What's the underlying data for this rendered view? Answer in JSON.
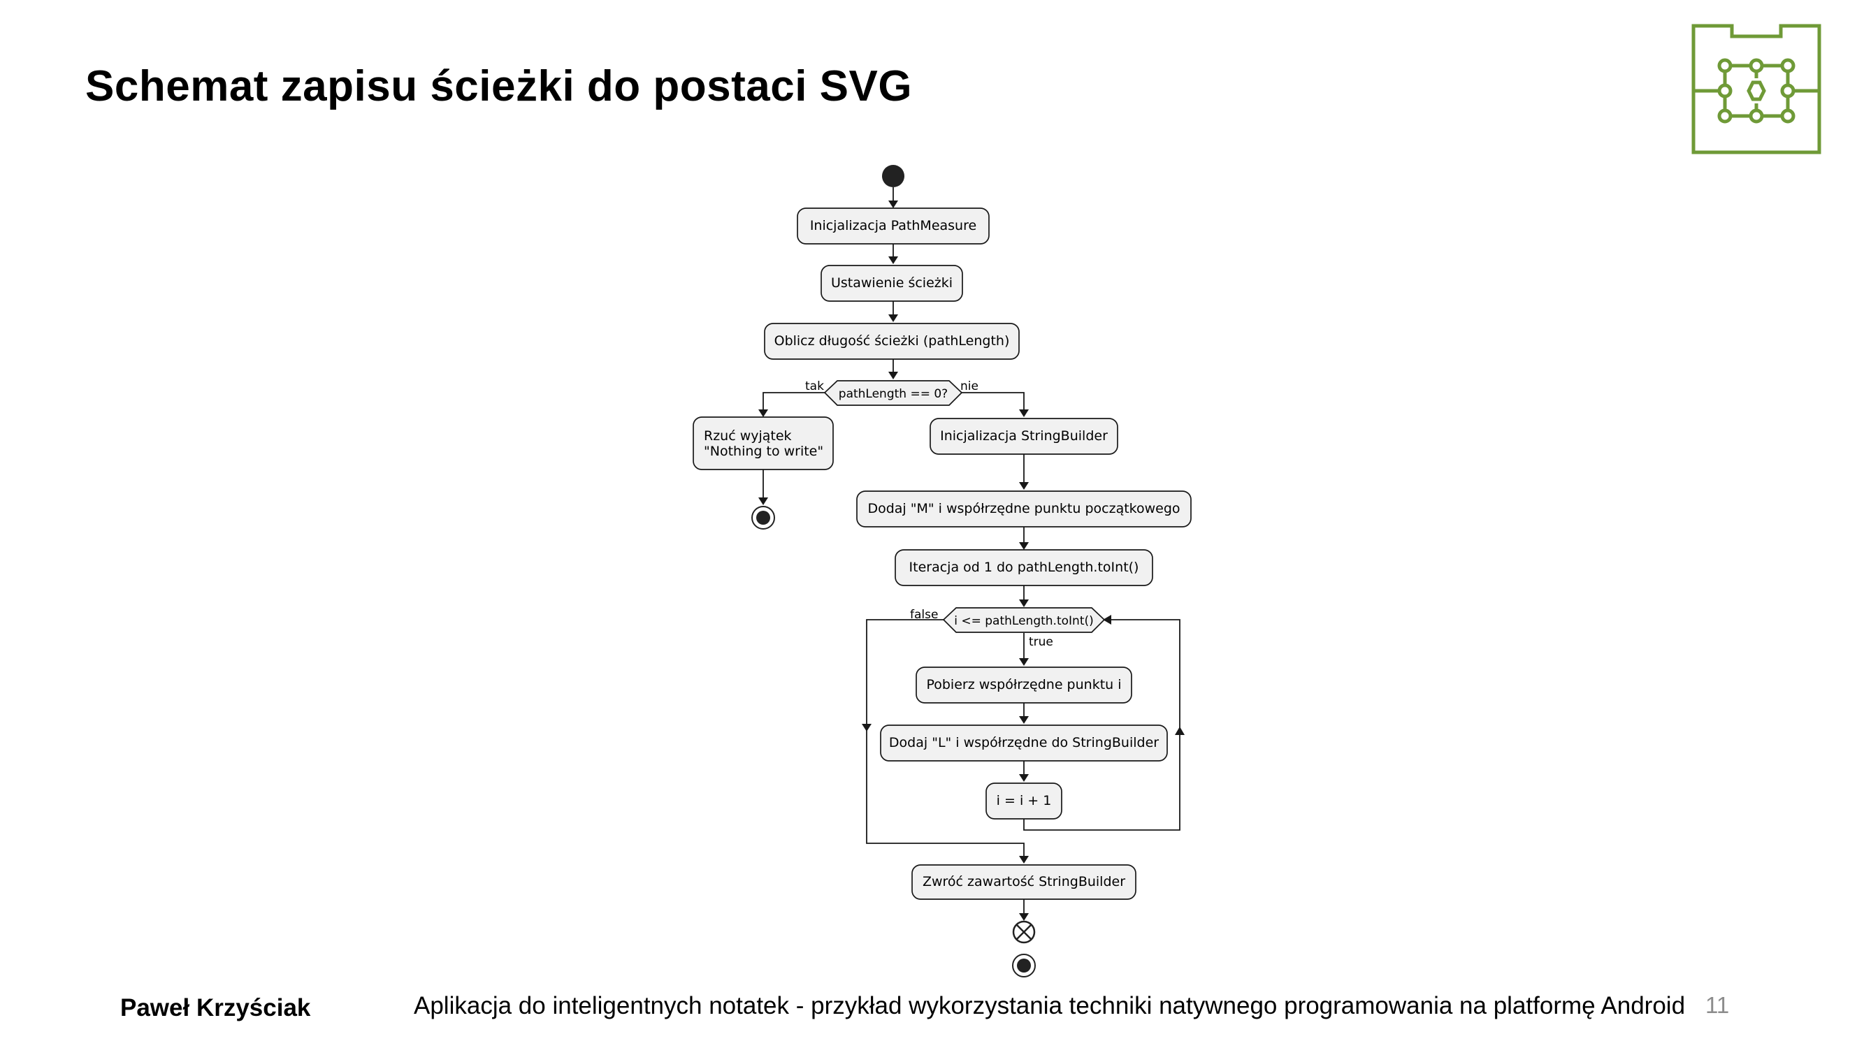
{
  "title": "Schemat zapisu ścieżki do postaci SVG",
  "footer": {
    "author": "Paweł Krzyściak",
    "presentation_title": "Aplikacja do inteligentnych notatek - przykład wykorzystania techniki natywnego programowania na platformę Android",
    "page_number": "11"
  },
  "colors": {
    "logo": "#6f9a37",
    "node_fill": "#f1f1f1",
    "node_stroke": "#181818"
  },
  "logo_icon": "castle-circuit-logo",
  "diagram": {
    "nodes": {
      "init_path_measure": "Inicjalizacja PathMeasure",
      "set_path": "Ustawienie ścieżki",
      "calc_length": "Oblicz długość ścieżki (pathLength)",
      "decision_zero": "pathLength == 0?",
      "decision_zero_yes": "tak",
      "decision_zero_no": "nie",
      "throw_line1": "Rzuć wyjątek",
      "throw_line2": "\"Nothing to write\"",
      "init_sb": "Inicjalizacja StringBuilder",
      "add_m": "Dodaj \"M\" i współrzędne punktu początkowego",
      "iterate": "Iteracja od 1 do pathLength.toInt()",
      "loop_cond": "i <= pathLength.toInt()",
      "loop_true": "true",
      "loop_false": "false",
      "get_point": "Pobierz współrzędne punktu i",
      "add_l": "Dodaj \"L\" i współrzędne do StringBuilder",
      "increment": "i = i + 1",
      "return_sb": "Zwróć zawartość StringBuilder"
    }
  }
}
